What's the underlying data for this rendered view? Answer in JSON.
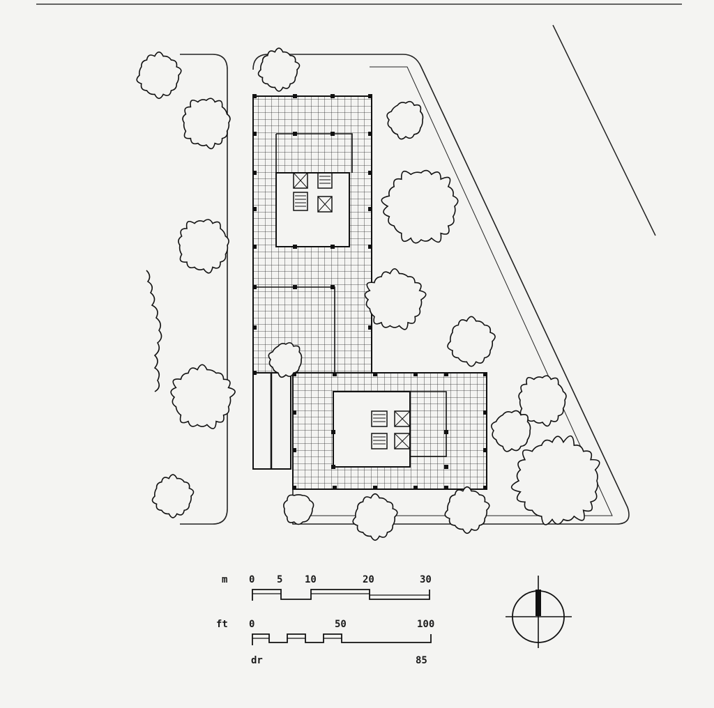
{
  "scale_metric": {
    "unit": "m",
    "ticks": [
      "0",
      "5",
      "10",
      "20",
      "30"
    ]
  },
  "scale_imperial": {
    "unit": "ft",
    "ticks": [
      "0",
      "50",
      "100"
    ]
  },
  "scale_local": {
    "unit": "dr",
    "end_value": "85"
  },
  "icons": {
    "north_arrow": "north-arrow-icon",
    "tree": "tree-icon"
  }
}
